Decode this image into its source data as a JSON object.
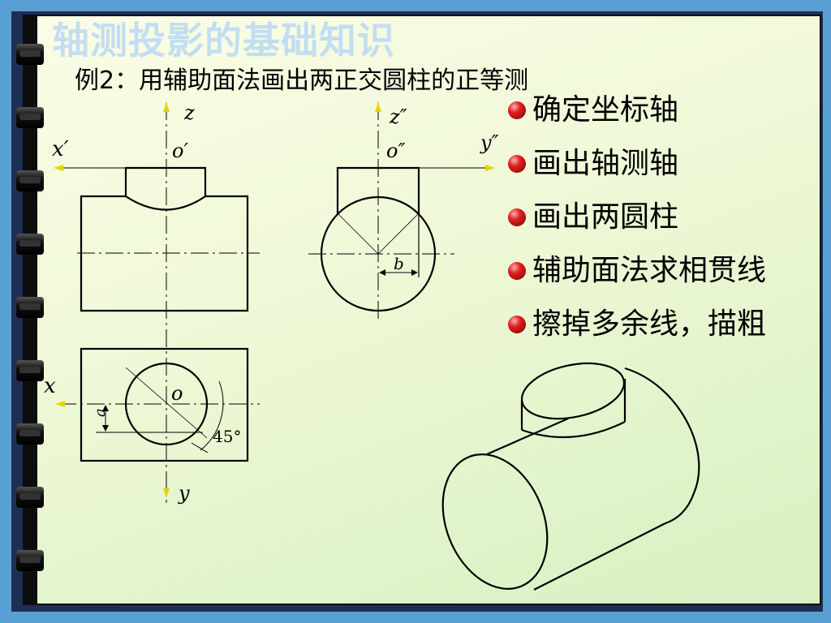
{
  "title": "轴测投影的基础知识",
  "subtitle": "例2：用辅助面法画出两正交圆柱的正等测",
  "steps": [
    {
      "label": "确定坐标轴"
    },
    {
      "label": "画出轴测轴"
    },
    {
      "label": "画出两圆柱"
    },
    {
      "label": "辅助面法求相贯线"
    },
    {
      "label": "擦掉多余线，描粗"
    }
  ],
  "labels": {
    "front_z": "z",
    "front_x": "x′",
    "front_o": "o′",
    "side_z": "z″",
    "side_y": "y″",
    "side_o": "o″",
    "side_b": "b",
    "top_x": "x",
    "top_o": "o",
    "top_y": "y",
    "top_a": "a",
    "top_angle": "45°"
  },
  "colors": {
    "background": "#5a9fd4",
    "frame": "#1e2f55",
    "title": "#c3def2",
    "axis": "#e8d200",
    "bullet": "#e02020"
  }
}
